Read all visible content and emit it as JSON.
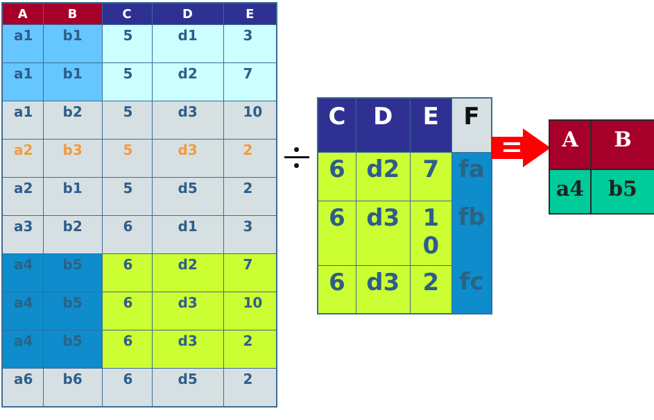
{
  "left_table": {
    "headers": [
      "A",
      "B",
      "C",
      "D",
      "E"
    ],
    "rows": [
      [
        "a1",
        "b1",
        "5",
        "d1",
        "3"
      ],
      [
        "a1",
        "b1",
        "5",
        "d2",
        "7"
      ],
      [
        "a1",
        "b2",
        "5",
        "d3",
        "10"
      ],
      [
        "a2",
        "b3",
        "5",
        "d3",
        "2"
      ],
      [
        "a2",
        "b1",
        "5",
        "d5",
        "2"
      ],
      [
        "a3",
        "b2",
        "6",
        "d1",
        "3"
      ],
      [
        "a4",
        "b5",
        "6",
        "d2",
        "7"
      ],
      [
        "a4",
        "b5",
        "6",
        "d3",
        "10"
      ],
      [
        "a4",
        "b5",
        "6",
        "d3",
        "2"
      ],
      [
        "a6",
        "b6",
        "6",
        "d5",
        "2"
      ]
    ]
  },
  "operator": "÷",
  "divisor_table": {
    "headers": [
      "C",
      "D",
      "E",
      "F"
    ],
    "rows": [
      [
        "6",
        "d2",
        "7",
        "fa"
      ],
      [
        "6",
        "d3",
        "1\n0",
        "fb"
      ],
      [
        "6",
        "d3",
        "2",
        "fc"
      ]
    ]
  },
  "equals": "=",
  "result_table": {
    "headers": [
      "A",
      "B"
    ],
    "rows": [
      [
        "a4",
        "b5"
      ]
    ]
  },
  "colors": {
    "header_blue": "#2e3192",
    "header_red": "#a6002a",
    "highlight_lime": "#ccff33",
    "highlight_blue": "#0e8ccb",
    "light_blue": "#66c6ff",
    "light_cyan": "#ccffff",
    "grey": "#d6e0e3",
    "orange_text": "#f39a3c",
    "result_green": "#00cc99",
    "arrow_red": "#ff0000"
  }
}
